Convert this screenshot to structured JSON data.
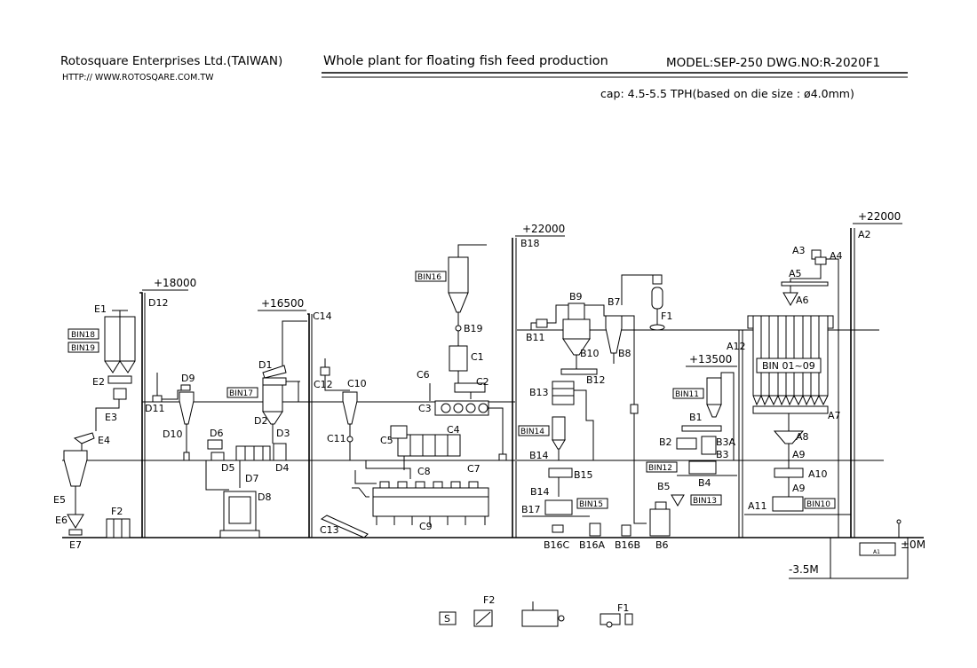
{
  "header": {
    "company": "Rotosquare Enterprises Ltd.(TAIWAN)",
    "website": "HTTP:// WWW.ROTOSQARE.COM.TW",
    "title": "Whole plant for floating fish feed production",
    "model": "MODEL:SEP-250 DWG.NO:R-2020F1",
    "capacity": "cap: 4.5-5.5 TPH(based on die size : ø4.0mm)"
  },
  "elevations": {
    "e18000": "+18000",
    "e16500": "+16500",
    "e22000a": "+22000",
    "e22000b": "+22000",
    "e13500": "+13500",
    "e0": "±0M",
    "em35": "-3.5M"
  },
  "bins": {
    "bin18": "BIN18",
    "bin19": "BIN19",
    "bin17": "BIN17",
    "bin16": "BIN16",
    "bin14": "BIN14",
    "bin15": "BIN15",
    "bin11": "BIN11",
    "bin12": "BIN12",
    "bin13": "BIN13",
    "bin10": "BIN10",
    "bin0109": "BIN 01~09"
  },
  "labels": {
    "E1": "E1",
    "E2": "E2",
    "E3": "E3",
    "E4": "E4",
    "E5": "E5",
    "E6": "E6",
    "E7": "E7",
    "D1": "D1",
    "D2": "D2",
    "D3": "D3",
    "D4": "D4",
    "D5": "D5",
    "D6": "D6",
    "D7": "D7",
    "D8": "D8",
    "D9": "D9",
    "D10": "D10",
    "D11": "D11",
    "D12": "D12",
    "C1": "C1",
    "C2": "C2",
    "C3": "C3",
    "C4": "C4",
    "C5": "C5",
    "C6": "C6",
    "C7": "C7",
    "C8": "C8",
    "C9": "C9",
    "C10": "C10",
    "C11": "C11",
    "C12": "C12",
    "C13": "C13",
    "C14": "C14",
    "B1": "B1",
    "B2": "B2",
    "B3": "B3",
    "B3A": "B3A",
    "B4": "B4",
    "B5": "B5",
    "B6": "B6",
    "B7": "B7",
    "B8": "B8",
    "B9": "B9",
    "B10": "B10",
    "B11": "B11",
    "B12": "B12",
    "B13": "B13",
    "B14a": "B14",
    "B14b": "B14",
    "B15": "B15",
    "B16A": "B16A",
    "B16B": "B16B",
    "B16C": "B16C",
    "B17": "B17",
    "B18": "B18",
    "B19": "B19",
    "A1": "A1",
    "A2": "A2",
    "A3": "A3",
    "A4": "A4",
    "A5": "A5",
    "A6": "A6",
    "A7": "A7",
    "A8": "A8",
    "A9a": "A9",
    "A9b": "A9",
    "A10": "A10",
    "A11": "A11",
    "A12": "A12",
    "F1": "F1",
    "F1b": "F1",
    "F2": "F2",
    "F2b": "F2",
    "S": "S"
  }
}
